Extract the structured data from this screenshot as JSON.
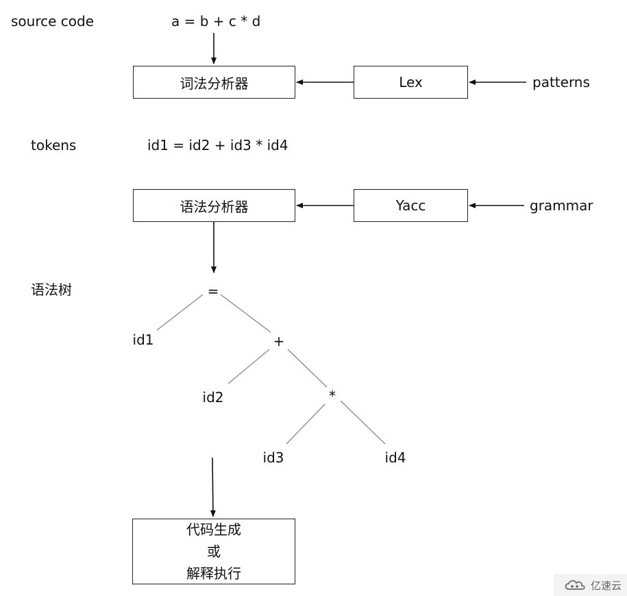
{
  "labels": {
    "source_code": "source code",
    "source_expr": "a = b + c * d",
    "tokens": "tokens",
    "tokens_expr": "id1 = id2 + id3 * id4",
    "syntax_tree": "语法树",
    "patterns": "patterns",
    "grammar": "grammar"
  },
  "boxes": {
    "lexer": "词法分析器",
    "lex": "Lex",
    "parser": "语法分析器",
    "yacc": "Yacc",
    "codegen_line1": "代码生成",
    "codegen_line2": "或",
    "codegen_line3": "解释执行"
  },
  "tree": {
    "root": "=",
    "id1": "id1",
    "plus": "+",
    "id2": "id2",
    "star": "*",
    "id3": "id3",
    "id4": "id4"
  },
  "watermark": {
    "text": "亿速云"
  }
}
